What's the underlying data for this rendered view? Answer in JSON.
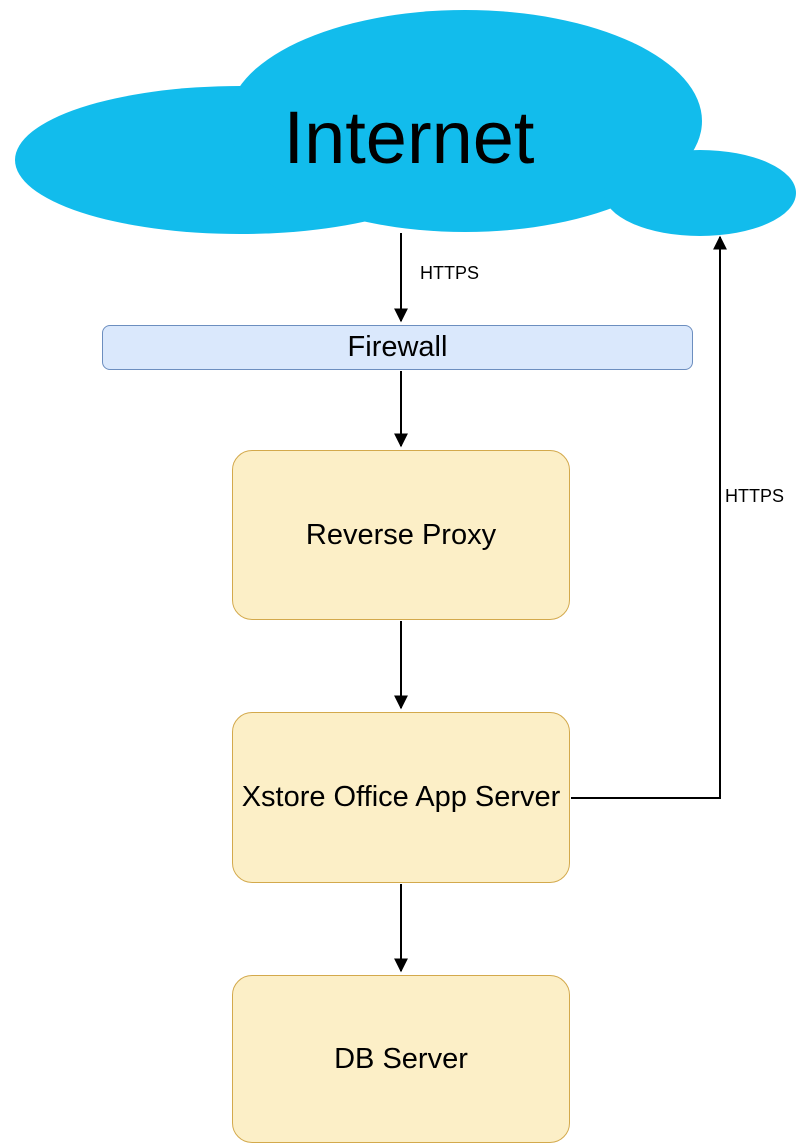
{
  "diagram": {
    "kind": "network-architecture-flow",
    "background_color": "#ffffff",
    "edge_color": "#000000",
    "text_color": "#000000",
    "nodes": [
      {
        "id": "internet",
        "label": "Internet",
        "shape": "cloud",
        "fill": "#12bcec",
        "stroke": "none"
      },
      {
        "id": "firewall",
        "label": "Firewall",
        "shape": "rounded-rect",
        "fill": "#dae8fc",
        "stroke": "#6c8ebf"
      },
      {
        "id": "reverse-proxy",
        "label": "Reverse Proxy",
        "shape": "rounded-rect",
        "fill": "#fcefc7",
        "stroke": "#d3a94c"
      },
      {
        "id": "app-server",
        "label": "Xstore Office App Server",
        "shape": "rounded-rect",
        "fill": "#fcefc7",
        "stroke": "#d3a94c"
      },
      {
        "id": "db-server",
        "label": "DB Server",
        "shape": "rounded-rect",
        "fill": "#fcefc7",
        "stroke": "#d3a94c"
      }
    ],
    "edges": [
      {
        "id": "internet-to-firewall",
        "from": "internet",
        "to": "firewall",
        "label": "HTTPS",
        "direction": "down"
      },
      {
        "id": "firewall-to-reverse-proxy",
        "from": "firewall",
        "to": "reverse-proxy",
        "label": "",
        "direction": "down"
      },
      {
        "id": "reverse-proxy-to-app-server",
        "from": "reverse-proxy",
        "to": "app-server",
        "label": "",
        "direction": "down"
      },
      {
        "id": "app-server-to-db-server",
        "from": "app-server",
        "to": "db-server",
        "label": "",
        "direction": "down"
      },
      {
        "id": "app-server-to-internet",
        "from": "app-server",
        "to": "internet",
        "label": "HTTPS",
        "direction": "right-then-up"
      }
    ]
  }
}
